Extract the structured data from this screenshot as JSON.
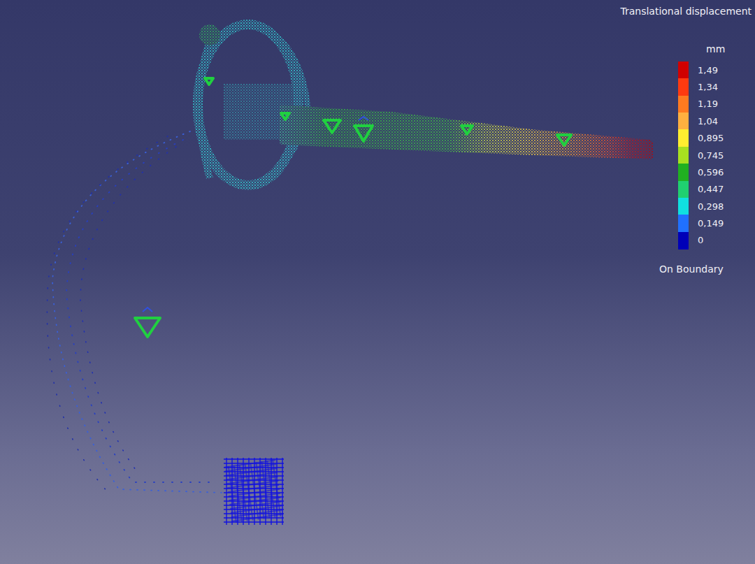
{
  "diagram": {
    "labels": [
      "Translational displacement",
      "mm",
      "On Boundary"
    ],
    "legend": [
      {
        "text": "1,49",
        "color": "#d00000"
      },
      {
        "text": "1,34",
        "color": "#ff3a10"
      },
      {
        "text": "1,19",
        "color": "#ff7a20"
      },
      {
        "text": "1,04",
        "color": "#ffb040"
      },
      {
        "text": "0,895",
        "color": "#ffee30"
      },
      {
        "text": "0,745",
        "color": "#a8e020"
      },
      {
        "text": "0,596",
        "color": "#20b020"
      },
      {
        "text": "0,447",
        "color": "#20d070"
      },
      {
        "text": "0,298",
        "color": "#10e0e0"
      },
      {
        "text": "0,149",
        "color": "#2070ff"
      },
      {
        "text": "0",
        "color": "#0000b8"
      }
    ]
  }
}
